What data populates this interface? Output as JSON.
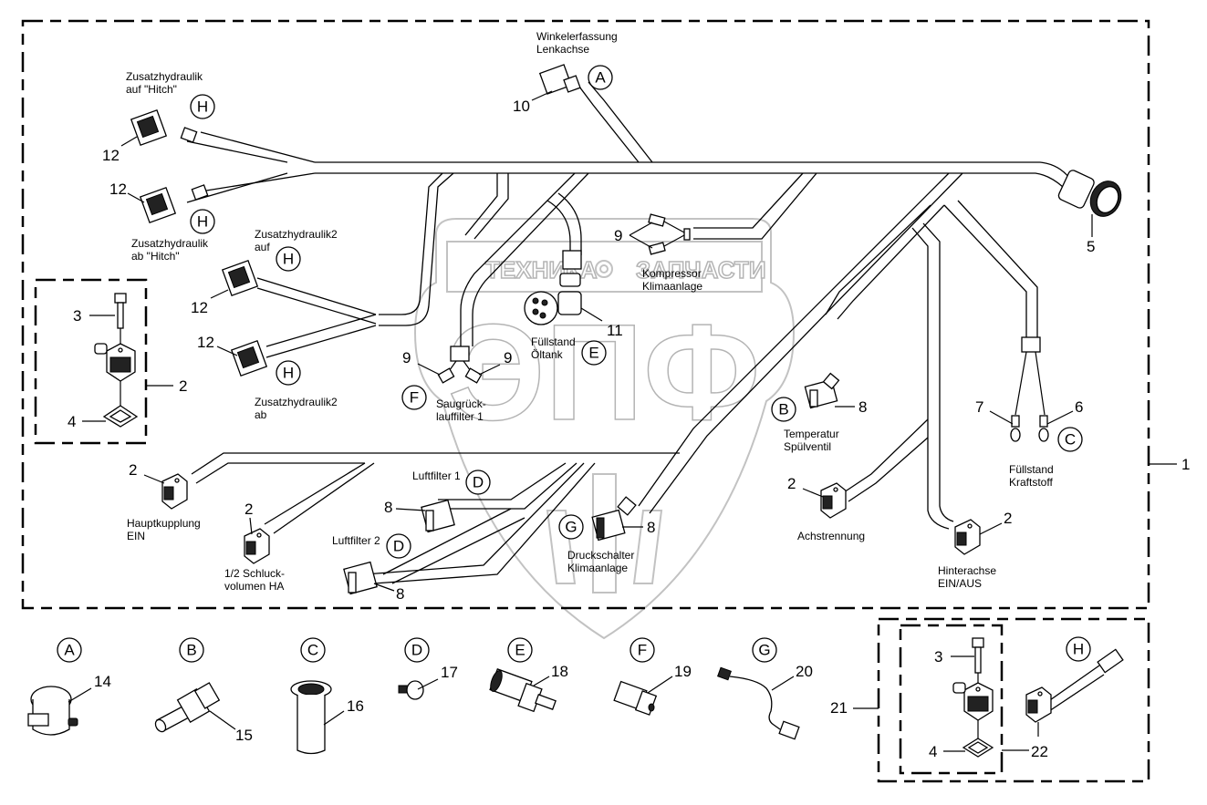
{
  "watermark": {
    "brand_left": "ТЕХНИКА",
    "brand_right": "ЗАПЧАСТИ",
    "logo_text": "ЭПФ",
    "gear_icon": "gear-icon"
  },
  "harness_assembly": {
    "item": "1",
    "sub_kit_item": "2"
  },
  "callouts_main": [
    {
      "id": "c10",
      "number": "10",
      "letter": "A",
      "label": [
        "Winkelerfassung",
        "Lenkachse"
      ]
    },
    {
      "id": "c12a",
      "number": "12",
      "letter": "H",
      "label": [
        "Zusatzhydraulik",
        "auf \"Hitch\""
      ]
    },
    {
      "id": "c12b",
      "number": "12",
      "letter": "H",
      "label": [
        "Zusatzhydraulik",
        "ab \"Hitch\""
      ]
    },
    {
      "id": "c12c",
      "number": "12",
      "letter": "H",
      "label": [
        "Zusatzhydraulik2",
        "auf"
      ]
    },
    {
      "id": "c12d",
      "number": "12",
      "letter": "H",
      "label": [
        "Zusatzhydraulik2",
        "ab"
      ]
    },
    {
      "id": "c9a",
      "number": "9",
      "letter": "",
      "label": [
        "Kompressor",
        "Klimaanlage"
      ]
    },
    {
      "id": "c11",
      "number": "11",
      "letter": "E",
      "label": [
        "Füllstand",
        "Öltank"
      ]
    },
    {
      "id": "c9b",
      "number": "9",
      "letter": "F",
      "label": [
        "Saugrück-",
        "lauffilter 1"
      ]
    },
    {
      "id": "c5",
      "number": "5",
      "letter": "",
      "label": []
    },
    {
      "id": "c8a",
      "number": "8",
      "letter": "B",
      "label": [
        "Temperatur",
        "Spülventil"
      ]
    },
    {
      "id": "c67",
      "number": "7",
      "number2": "6",
      "letter": "C",
      "label": [
        "Füllstand",
        "Kraftstoff"
      ]
    },
    {
      "id": "c2a",
      "number": "2",
      "letter": "",
      "label": [
        "Hauptkupplung",
        "EIN"
      ]
    },
    {
      "id": "c2b",
      "number": "2",
      "letter": "",
      "label": [
        "1/2 Schluck-",
        "volumen HA"
      ]
    },
    {
      "id": "c8b",
      "number": "8",
      "letter": "D",
      "label": [
        "Luftfilter 1"
      ]
    },
    {
      "id": "c8c",
      "number": "8",
      "letter": "D",
      "label": [
        "Luftfilter 2"
      ]
    },
    {
      "id": "c8d",
      "number": "8",
      "letter": "G",
      "label": [
        "Druckschalter",
        "Klimaanlage"
      ]
    },
    {
      "id": "c2c",
      "number": "2",
      "letter": "",
      "label": [
        "Achstrennung"
      ]
    },
    {
      "id": "c2d",
      "number": "2",
      "letter": "",
      "label": [
        "Hinterachse",
        "EIN/AUS"
      ]
    }
  ],
  "kit_2": {
    "bolt": "3",
    "seal": "4",
    "label": "2"
  },
  "detail_parts": [
    {
      "letter": "A",
      "number": "14",
      "icon": "angle-sensor-icon"
    },
    {
      "letter": "B",
      "number": "15",
      "icon": "temperature-sensor-icon"
    },
    {
      "letter": "C",
      "number": "16",
      "icon": "fuel-level-sender-icon"
    },
    {
      "letter": "D",
      "number": "17",
      "icon": "screw-connector-icon"
    },
    {
      "letter": "E",
      "number": "18",
      "icon": "oil-level-sensor-icon"
    },
    {
      "letter": "F",
      "number": "19",
      "icon": "pressure-switch-icon"
    },
    {
      "letter": "G",
      "number": "20",
      "icon": "pressure-switch-cable-icon"
    }
  ],
  "kit_21": {
    "label": "21",
    "bolt": "3",
    "seal": "4",
    "adapter": "22",
    "letter": "H"
  }
}
